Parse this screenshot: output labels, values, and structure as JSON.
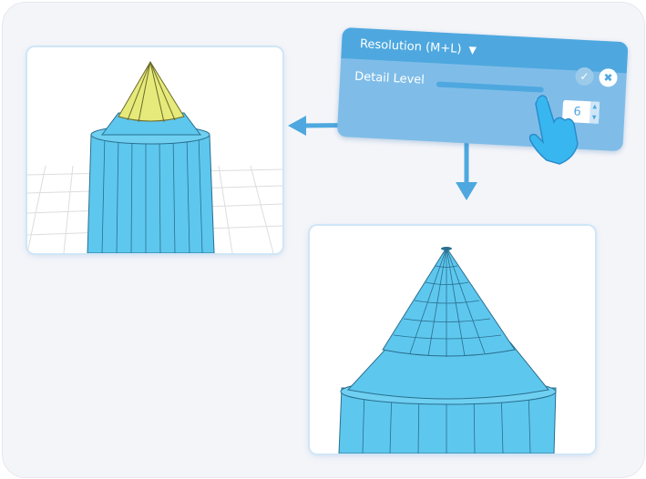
{
  "panel": {
    "title": "Resolution (M+L)",
    "dropdown_icon": "triangle-down-icon",
    "confirm_icon": "check-icon",
    "cancel_icon": "close-icon",
    "detail_label": "Detail Level",
    "detail_value": "6",
    "slider_fraction": 1.0
  },
  "colors": {
    "accent": "#4ea8df",
    "panel": "#7fbde8",
    "cone_low": "#e6ea7a",
    "body": "#5ec7ee"
  },
  "views": [
    {
      "name": "low-resolution-preview"
    },
    {
      "name": "high-resolution-preview"
    }
  ]
}
